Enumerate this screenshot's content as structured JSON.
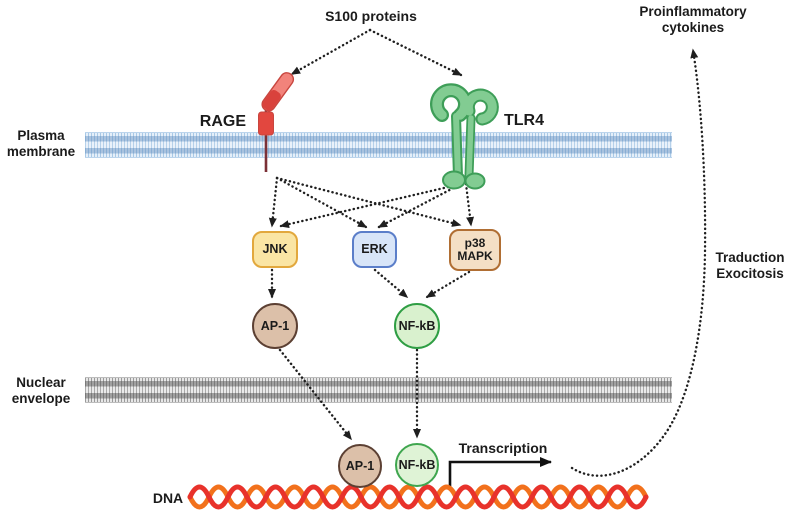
{
  "labels": {
    "s100": "S100 proteins",
    "proinflammatory_cytokines": "Proinflammatory cytokines",
    "rage": "RAGE",
    "tlr4": "TLR4",
    "plasma_membrane": "Plasma membrane",
    "nuclear_envelope": "Nuclear envelope",
    "traduction": "Traduction",
    "exocitosis": "Exocitosis",
    "transcription": "Transcription",
    "dna": "DNA"
  },
  "nodes": {
    "jnk": {
      "label": "JNK",
      "fill": "#FAE5A4",
      "border": "#E2A83D"
    },
    "erk": {
      "label": "ERK",
      "fill": "#D8E5F8",
      "border": "#5B7EC9"
    },
    "p38_mapk": {
      "label": "p38 MAPK",
      "fill": "#F4DFC5",
      "border": "#B06E33"
    },
    "ap1_cytoplasm": {
      "label": "AP-1",
      "fill": "#DCC0A9",
      "border": "#5C4033"
    },
    "nfkb_cytoplasm": {
      "label": "NF-kB",
      "fill": "#D9F1CE",
      "border": "#2F9E44"
    },
    "ap1_nucleus": {
      "label": "AP-1",
      "fill": "#DCC0A9",
      "border": "#5C4033"
    },
    "nfkb_nucleus": {
      "label": "NF-kB",
      "fill": "#DFF3D6",
      "border": "#3FA64F"
    }
  },
  "colors": {
    "arrow": "#1f1f1f",
    "plasma_membrane_stripe": "#A9C9E6",
    "nuclear_envelope_stripe": "#9A9A9A",
    "rage_receptor": "#D9423C",
    "tlr4_receptor": "#82CC92",
    "dna_strand_red": "#E8322B",
    "dna_strand_orange": "#F2711C"
  }
}
